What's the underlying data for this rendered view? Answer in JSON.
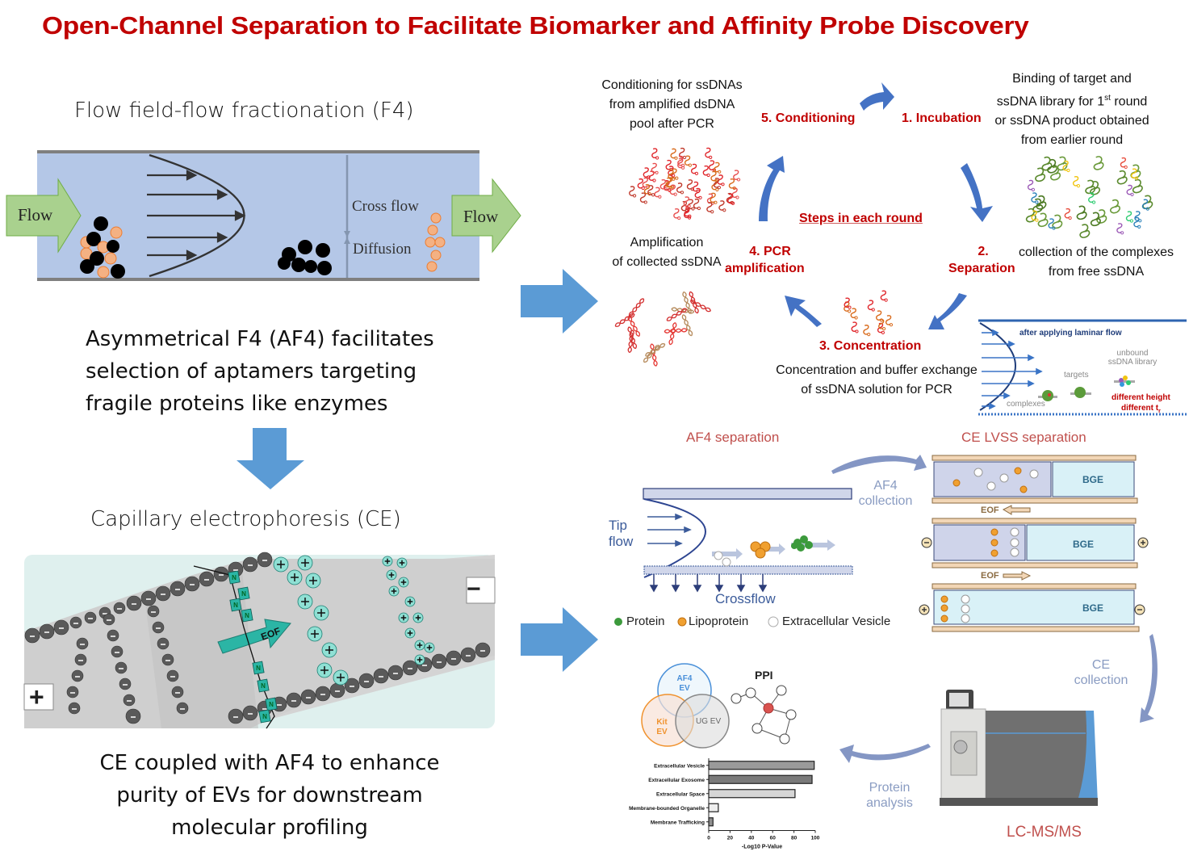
{
  "title": "Open-Channel Separation to Facilitate Biomarker and Affinity Probe Discovery",
  "colors": {
    "title": "#c00000",
    "big_arrow": "#5b9bd5",
    "cycle_arrow": "#4472c4",
    "channel_fill": "#b4c7e7",
    "flow_arrow_fill": "#a9d18e",
    "af4_blue": "#3b5b9a",
    "muted_label": "#8a9cc2",
    "ce_bg": "#dff0ee",
    "ion_teal": "#2bb5a5"
  },
  "left": {
    "f4_heading": "Flow field-flow fractionation (F4)",
    "f4_diagram": {
      "flow_in": "Flow",
      "flow_out": "Flow",
      "cross_flow": "Cross flow",
      "diffusion": "Diffusion"
    },
    "af4_text": [
      "Asymmetrical F4 (AF4) facilitates",
      "selection of aptamers targeting",
      "fragile proteins like enzymes"
    ],
    "ce_heading": "Capillary electrophoresis (CE)",
    "ce_diagram": {
      "eof_label": "EOF",
      "neutral_label": "N",
      "plus_electrode": "+",
      "minus_electrode": "−"
    },
    "ce_text": [
      "CE coupled with AF4 to enhance",
      "purity of EVs for downstream",
      "molecular profiling"
    ]
  },
  "selex": {
    "center_title": "Steps in each round",
    "steps": {
      "s1": "1. Incubation",
      "s2a": "2.",
      "s2b": "Separation",
      "s3": "3. Concentration",
      "s4a": "4. PCR",
      "s4b": "amplification",
      "s5": "5. Conditioning"
    },
    "captions": {
      "conditioning": [
        "Conditioning for ssDNAs",
        "from amplified dsDNA",
        "pool after PCR"
      ],
      "binding": [
        "Binding of target and",
        "ssDNA library for 1",
        "st",
        " round",
        "or ssDNA product obtained",
        "from earlier round"
      ],
      "collection": [
        "collection of the complexes",
        "from free ssDNA"
      ],
      "amplification": [
        "Amplification",
        "of collected ssDNA"
      ],
      "concentration": [
        "Concentration and buffer exchange",
        "of ssDNA solution for PCR"
      ]
    },
    "laminar": {
      "heading": "after applying laminar flow",
      "unbound": [
        "unbound",
        "ssDNA library"
      ],
      "targets": "targets",
      "complexes": "complexes",
      "diff1": "different height",
      "diff2": "different t",
      "diff2_sub": "r"
    }
  },
  "evs": {
    "af4_title": "AF4 separation",
    "ce_title": "CE LVSS separation",
    "af4_collection": [
      "AF4",
      "collection"
    ],
    "tip_flow": [
      "Tip",
      "flow"
    ],
    "crossflow": "Crossflow",
    "legend": [
      "Protein",
      "Lipoprotein",
      "Extracellular Vesicle"
    ],
    "bge": "BGE",
    "eof": "EOF",
    "ce_collection": [
      "CE",
      "collection"
    ],
    "protein_analysis": [
      "Protein",
      "analysis"
    ],
    "instrument": "LC-MS/MS",
    "ppi": "PPI",
    "venn": {
      "a": [
        "AF4",
        "EV"
      ],
      "b": [
        "Kit",
        "EV"
      ],
      "c": "UG EV"
    }
  },
  "chart_data": {
    "type": "bar",
    "orientation": "horizontal",
    "title": "",
    "xlabel": "-Log10 P-Value",
    "ylabel": "",
    "categories": [
      "Extracellular Vesicle",
      "Extracellular Exosome",
      "Extracellular Space",
      "Membrane-bounded Organelle",
      "Membrane Trafficking"
    ],
    "values": [
      99,
      97,
      81,
      9,
      4
    ],
    "bar_colors": [
      "#9a9a9a",
      "#7a7a7a",
      "#d6d6d6",
      "#eeeeee",
      "#8f8f8f"
    ],
    "xlim": [
      0,
      100
    ],
    "xticks": [
      0,
      20,
      40,
      60,
      80,
      100
    ],
    "grid": false
  }
}
